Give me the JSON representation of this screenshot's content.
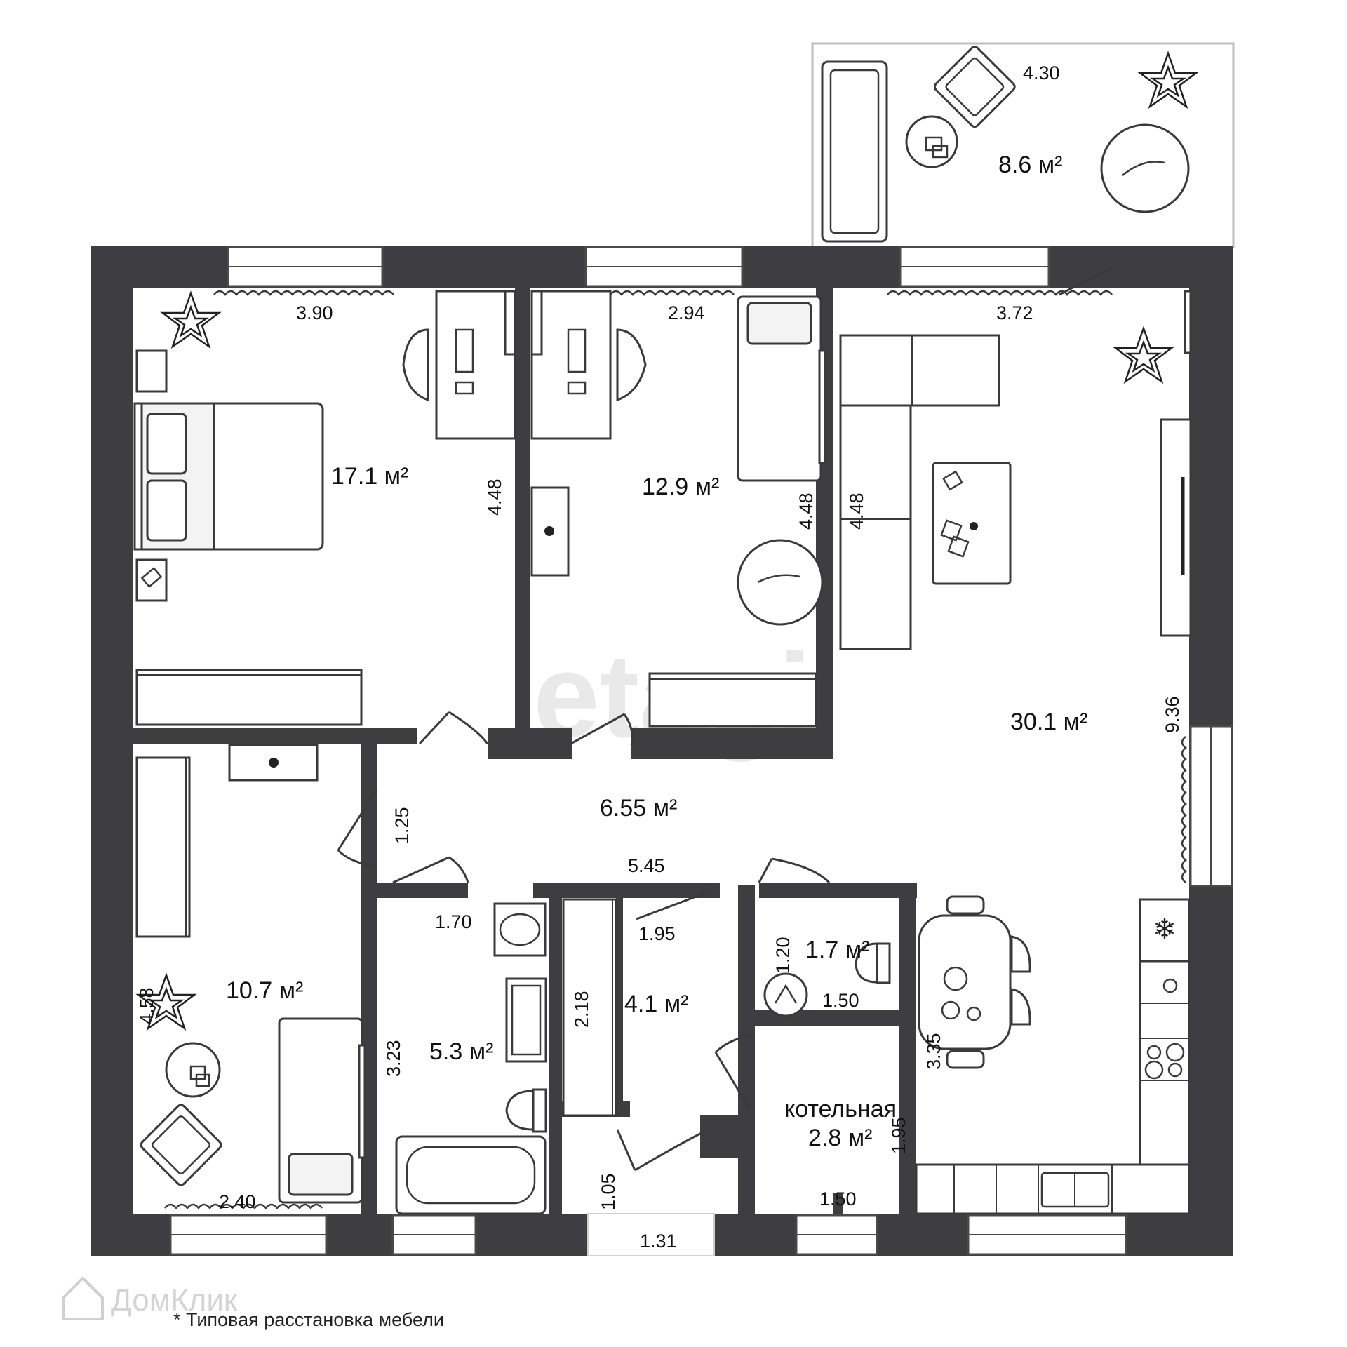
{
  "rooms": {
    "bedroom_1": {
      "area": "17.1 м²",
      "width": "3.90",
      "depth": "4.48"
    },
    "bedroom_2": {
      "area": "12.9 м²",
      "width": "2.94",
      "depth": "4.48"
    },
    "living_kitchen": {
      "area": "30.1 м²",
      "width": "3.72",
      "depth_a": "4.48",
      "depth_b": "9.36",
      "depth_c": "3.35"
    },
    "balcony": {
      "area": "8.6 м²",
      "width": "4.30"
    },
    "hallway": {
      "area": "6.55 м²",
      "length": "5.45",
      "width": "1.25"
    },
    "bedroom_3": {
      "area": "10.7 м²",
      "width": "2.40",
      "depth": "4.58"
    },
    "bathroom": {
      "area": "5.3 м²",
      "width": "1.70",
      "depth": "3.23"
    },
    "corridor": {
      "area": "4.1 м²",
      "width": "1.95",
      "depth": "2.18"
    },
    "wc": {
      "area": "1.7 м²",
      "width": "1.50",
      "depth": "1.20"
    },
    "boiler_room": {
      "name": "котельная",
      "area": "2.8 м²",
      "width": "1.50",
      "depth": "1.95"
    },
    "vestibule": {
      "width": "1.31",
      "depth": "1.05"
    }
  },
  "watermark": "etagi",
  "brand": "ДомКлик",
  "footnote": "* Типовая расстановка мебели"
}
